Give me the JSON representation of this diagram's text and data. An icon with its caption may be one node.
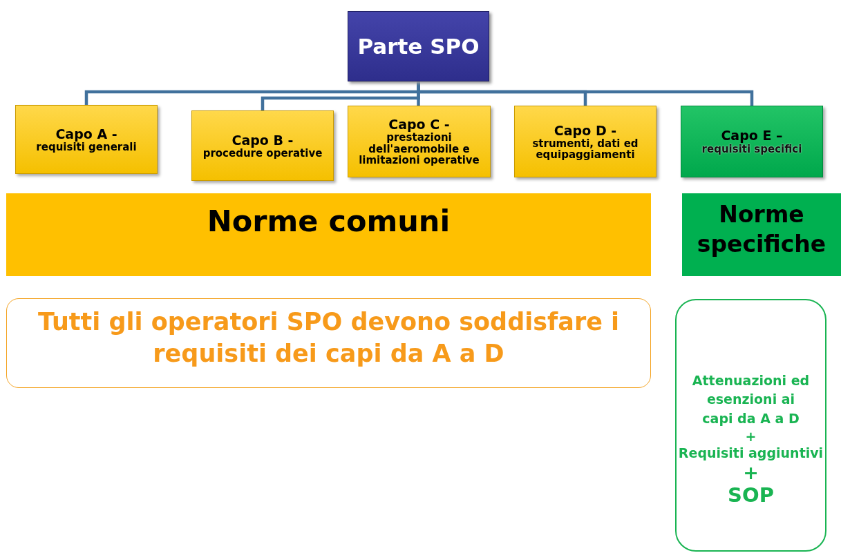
{
  "diagram": {
    "nodes": [
      {
        "text": [
          "Parte SPO"
        ]
      },
      {
        "text": [
          "Capo A -",
          "requisiti generali"
        ]
      },
      {
        "text": [
          "Capo B -",
          "procedure operative"
        ]
      },
      {
        "text": [
          "Capo C -",
          "prestazioni dell'aeromobile e limitazioni operative"
        ]
      },
      {
        "text": [
          "Capo D -",
          "strumenti, dati ed equipaggiamenti"
        ]
      },
      {
        "text": [
          "Capo E –",
          "requisiti specifici"
        ]
      },
      {
        "text": [
          "Norme comuni"
        ]
      },
      {
        "text": [
          "Norme specifiche"
        ]
      },
      {
        "text": [
          "Tutti gli operatori SPO devono soddisfare i requisiti dei capi da A a D"
        ]
      },
      {
        "text": [
          "Attenuazioni ed esenzioni ai capi da A a D",
          "+",
          "Requisiti aggiuntivi",
          "+",
          "SOP"
        ]
      }
    ],
    "edges": [
      {
        "from": 0,
        "to": 1,
        "arrow": "none"
      },
      {
        "from": 0,
        "to": 2,
        "arrow": "none"
      },
      {
        "from": 0,
        "to": 3,
        "arrow": "none"
      },
      {
        "from": 0,
        "to": 4,
        "arrow": "none"
      },
      {
        "from": 0,
        "to": 5,
        "arrow": "none"
      }
    ]
  }
}
